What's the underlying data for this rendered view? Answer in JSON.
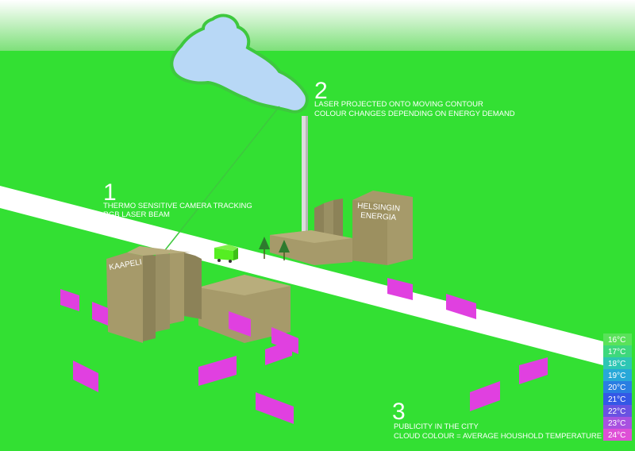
{
  "colors": {
    "sky_top": "#ffffff",
    "sky_bottom": "#7ee07a",
    "grass": "#33e033",
    "road": "#ffffff",
    "building": "#a69a6a",
    "building_side": "#8c8258",
    "billboard": "#e040e0",
    "cloud": "#b8d8f6",
    "cloud_outline": "#3ec83e",
    "laser": "#3ec83e",
    "truck": "#55ee22"
  },
  "annotations": [
    {
      "number": "1",
      "lines": [
        "THERMO SENSITIVE CAMERA TRACKING",
        "RGB LASER BEAM"
      ]
    },
    {
      "number": "2",
      "lines": [
        "LASER PROJECTED ONTO MOVING CONTOUR",
        "COLOUR CHANGES DEPENDING ON ENERGY DEMAND"
      ]
    },
    {
      "number": "3",
      "lines": [
        "PUBLICITY IN THE CITY",
        "CLOUD COLOUR = AVERAGE HOUSHOLD TEMPERATURE"
      ]
    }
  ],
  "buildings": {
    "kaapeli": "KAAPELI",
    "helsingin_line1": "HELSINGIN",
    "helsingin_line2": "ENERGIA"
  },
  "legend": [
    {
      "label": "16°C",
      "color": "#5ae25a"
    },
    {
      "label": "17°C",
      "color": "#3ed87c"
    },
    {
      "label": "18°C",
      "color": "#2ec6b4"
    },
    {
      "label": "19°C",
      "color": "#28a8d8"
    },
    {
      "label": "20°C",
      "color": "#2a7ee2"
    },
    {
      "label": "21°C",
      "color": "#3458e6"
    },
    {
      "label": "22°C",
      "color": "#6a52e2"
    },
    {
      "label": "23°C",
      "color": "#a852e0"
    },
    {
      "label": "24°C",
      "color": "#de50d6"
    }
  ]
}
